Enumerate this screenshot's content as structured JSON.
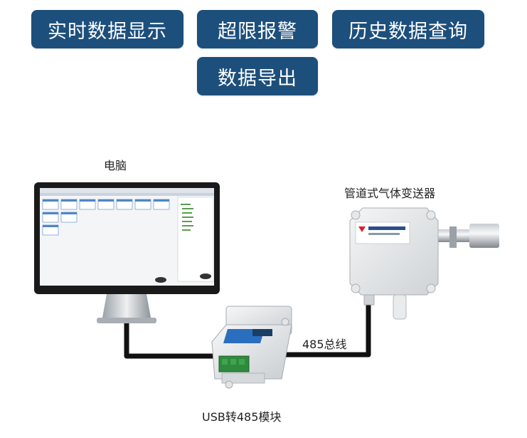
{
  "feature_buttons": [
    {
      "label": "实时数据显示"
    },
    {
      "label": "超限报警"
    },
    {
      "label": "历史数据查询"
    },
    {
      "label": "数据导出"
    }
  ],
  "diagram": {
    "pc_label": "电脑",
    "sensor_label": "管道式气体变送器",
    "bus_label": "485总线",
    "module_label": "USB转485模块"
  },
  "colors": {
    "button_bg": "#1d4f7c",
    "button_text": "#ffffff",
    "cable": "#111111",
    "label_text": "#222222"
  }
}
